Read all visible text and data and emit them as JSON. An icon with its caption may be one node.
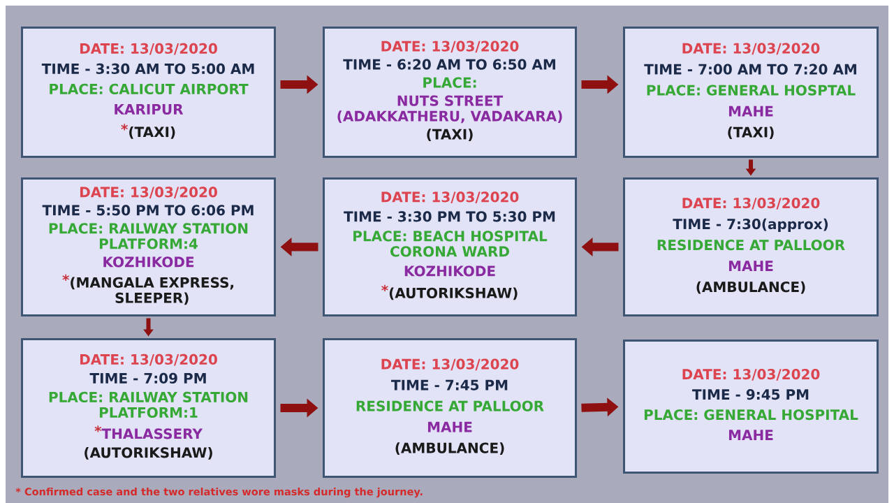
{
  "diagram": {
    "nodes": [
      {
        "text": [
          "DATE: 13/03/2020",
          "TIME - 3:30 AM TO 5:00 AM",
          "PLACE: CALICUT AIRPORT",
          "KARIPUR",
          "*",
          "(TAXI)"
        ]
      },
      {
        "text": [
          "DATE: 13/03/2020",
          "TIME - 6:20 AM TO 6:50 AM",
          "PLACE:",
          "NUTS STREET (ADAKKATHERU, VADAKARA)",
          "(TAXI)"
        ]
      },
      {
        "text": [
          "DATE: 13/03/2020",
          "TIME - 7:00 AM TO 7:20 AM",
          "PLACE: GENERAL HOSPTAL",
          "MAHE",
          "(TAXI)"
        ]
      },
      {
        "text": [
          "DATE: 13/03/2020",
          "TIME - 5:50 PM TO 6:06 PM",
          "PLACE: RAILWAY STATION PLATFORM:4",
          "KOZHIKODE",
          "*",
          "(MANGALA EXPRESS, SLEEPER)"
        ]
      },
      {
        "text": [
          "DATE: 13/03/2020",
          "TIME - 3:30 PM TO 5:30 PM",
          "PLACE: BEACH HOSPITAL CORONA WARD",
          "KOZHIKODE",
          "*",
          "(AUTORIKSHAW)"
        ]
      },
      {
        "text": [
          "DATE: 13/03/2020",
          "TIME - 7:30(approx)",
          "RESIDENCE AT PALLOOR",
          "MAHE",
          "(AMBULANCE)"
        ]
      },
      {
        "text": [
          "DATE: 13/03/2020",
          "TIME - 7:09 PM",
          "PLACE: RAILWAY STATION PLATFORM:1",
          "*",
          "THALASSERY",
          "(AUTORIKSHAW)"
        ]
      },
      {
        "text": [
          "DATE: 13/03/2020",
          "TIME - 7:45 PM",
          "RESIDENCE AT PALLOOR",
          "MAHE",
          "(AMBULANCE)"
        ]
      },
      {
        "text": [
          "DATE: 13/03/2020",
          "TIME - 9:45 PM",
          "PLACE: GENERAL HOSPITAL",
          "MAHE"
        ]
      }
    ],
    "edges": [
      {
        "from": 0,
        "to": 1,
        "arrow": "to"
      },
      {
        "from": 1,
        "to": 2,
        "arrow": "to"
      },
      {
        "from": 2,
        "to": 5,
        "arrow": "to"
      },
      {
        "from": 5,
        "to": 4,
        "arrow": "to"
      },
      {
        "from": 4,
        "to": 3,
        "arrow": "to"
      },
      {
        "from": 3,
        "to": 6,
        "arrow": "to"
      },
      {
        "from": 6,
        "to": 7,
        "arrow": "to"
      },
      {
        "from": 7,
        "to": 8,
        "arrow": "to"
      }
    ],
    "labels": [
      "* Confirmed case and the two relatives wore masks during the journey."
    ]
  }
}
